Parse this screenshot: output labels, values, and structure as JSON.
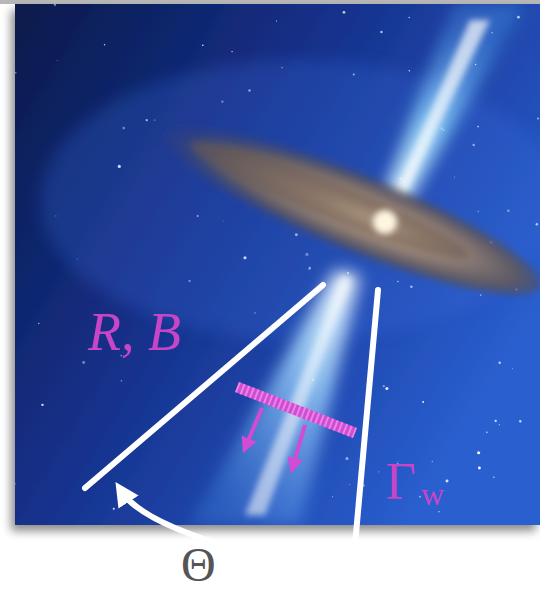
{
  "diagram": {
    "labels": [
      "R, B",
      "Γ",
      "w",
      "Θ"
    ]
  }
}
